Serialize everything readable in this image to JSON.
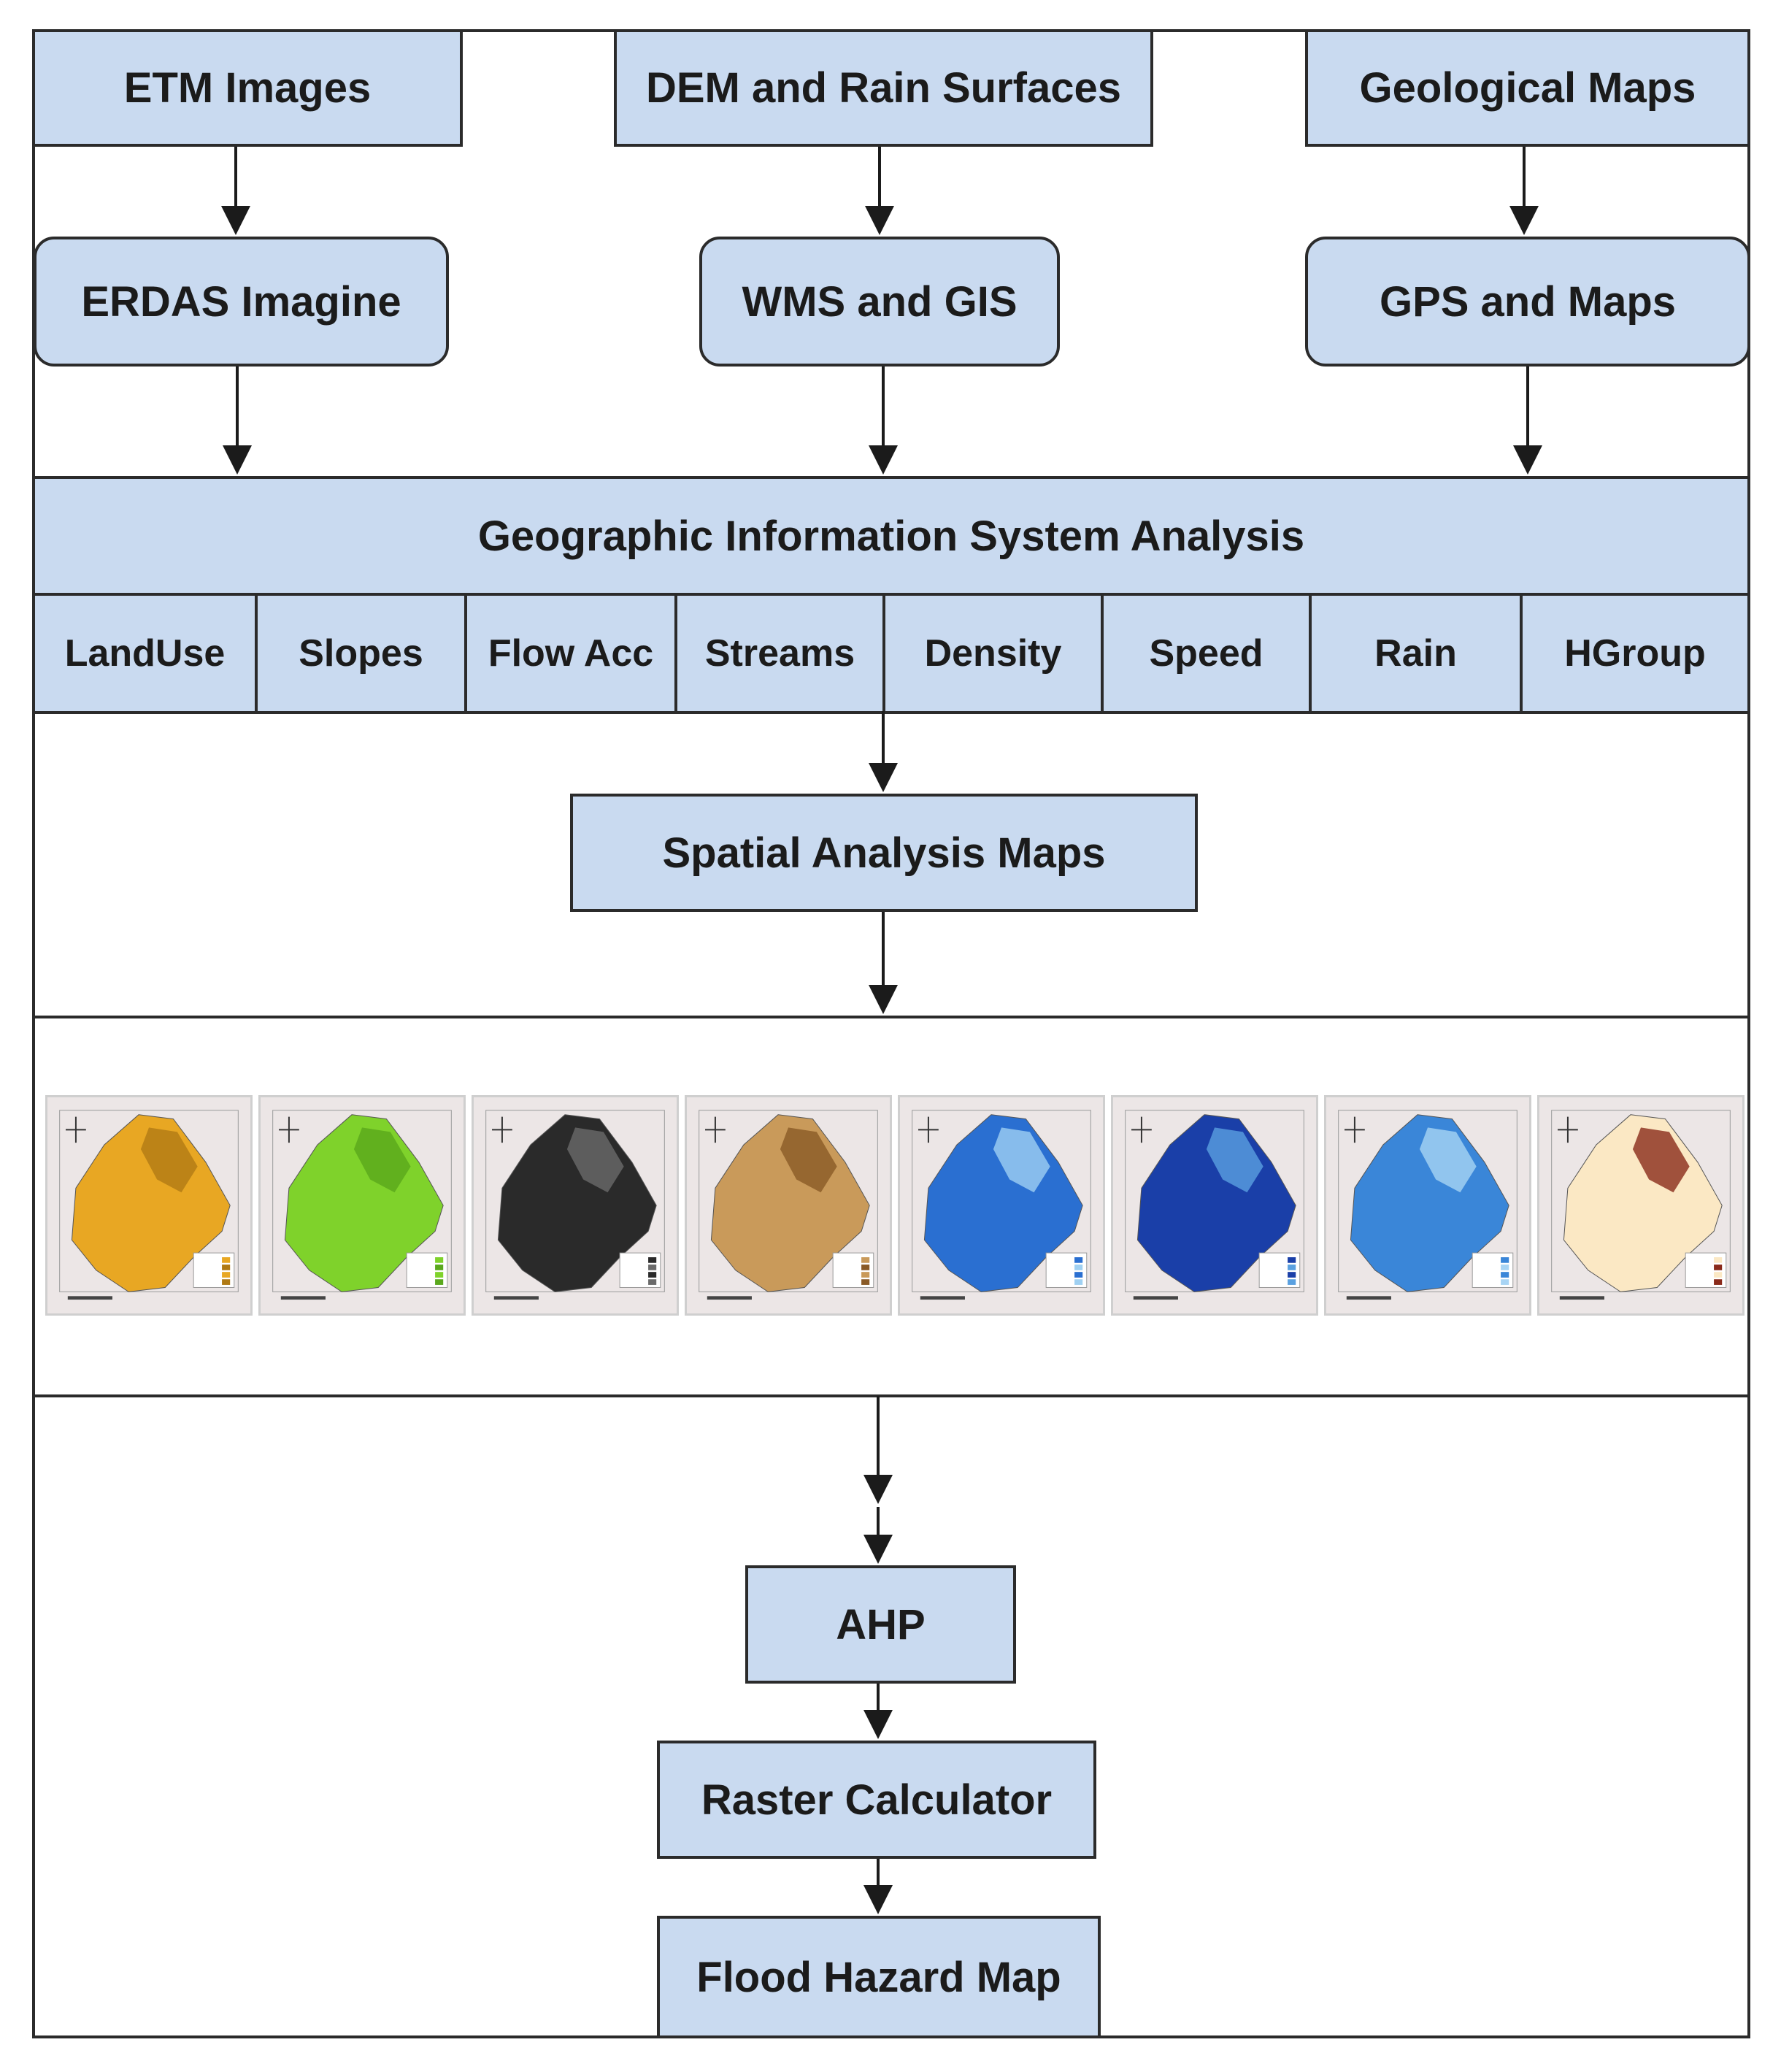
{
  "sources": {
    "etm": "ETM Images",
    "dem": "DEM and Rain Surfaces",
    "geo": "Geological Maps"
  },
  "tools": {
    "erdas": "ERDAS Imagine",
    "wms": "WMS and GIS",
    "gps": "GPS and Maps"
  },
  "gis_analysis": "Geographic Information System Analysis",
  "layers": [
    "LandUse",
    "Slopes",
    "Flow Acc",
    "Streams",
    "Density",
    "Speed",
    "Rain",
    "HGroup"
  ],
  "spatial": "Spatial Analysis Maps",
  "maps": [
    {
      "fill": "#e8a723",
      "accent": "#b07a14"
    },
    {
      "fill": "#7fd22b",
      "accent": "#5aa81c"
    },
    {
      "fill": "#2a2a2a",
      "accent": "#6a6a6a"
    },
    {
      "fill": "#c99a5a",
      "accent": "#8a5a26"
    },
    {
      "fill": "#2a6fd1",
      "accent": "#9fd0f2"
    },
    {
      "fill": "#1a3fa8",
      "accent": "#5aa0e0"
    },
    {
      "fill": "#3a86d8",
      "accent": "#a8d4f4"
    },
    {
      "fill": "#fbe8c4",
      "accent": "#8a2a1a"
    }
  ],
  "ahp": "AHP",
  "raster": "Raster Calculator",
  "flood": "Flood Hazard Map",
  "colors": {
    "box": "#c9daf0",
    "line": "#2b2b2b"
  }
}
